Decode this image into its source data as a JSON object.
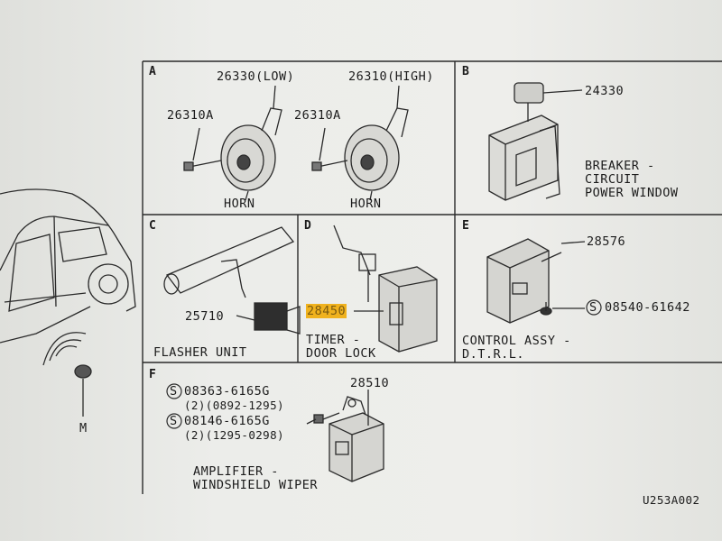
{
  "panels": {
    "a": {
      "letter": "A",
      "part_low": "26330(LOW)",
      "part_high": "26310(HIGH)",
      "bolt_left": "26310A",
      "bolt_right": "26310A",
      "horn_left": "HORN",
      "horn_right": "HORN"
    },
    "b": {
      "letter": "B",
      "part": "24330",
      "name_line1": "BREAKER -",
      "name_line2": "CIRCUIT",
      "name_line3": "POWER WINDOW"
    },
    "c": {
      "letter": "C",
      "part": "25710",
      "name": "FLASHER UNIT"
    },
    "d": {
      "letter": "D",
      "part": "28450",
      "name_line1": "TIMER -",
      "name_line2": "DOOR LOCK"
    },
    "e": {
      "letter": "E",
      "part": "28576",
      "screw": "08540-61642",
      "name_line1": "CONTROL ASSY -",
      "name_line2": "D.T.R.L."
    },
    "f": {
      "letter": "F",
      "screw1": "08363-6165G",
      "screw1_qty": "(2)(0892-1295)",
      "screw2": "08146-6165G",
      "screw2_qty": "(2)(1295-0298)",
      "part": "28510",
      "name_line1": "AMPLIFIER -",
      "name_line2": "WINDSHIELD WIPER"
    }
  },
  "car": {
    "label": "M"
  },
  "screw_symbol": "S",
  "diagram_code": "U253A002"
}
